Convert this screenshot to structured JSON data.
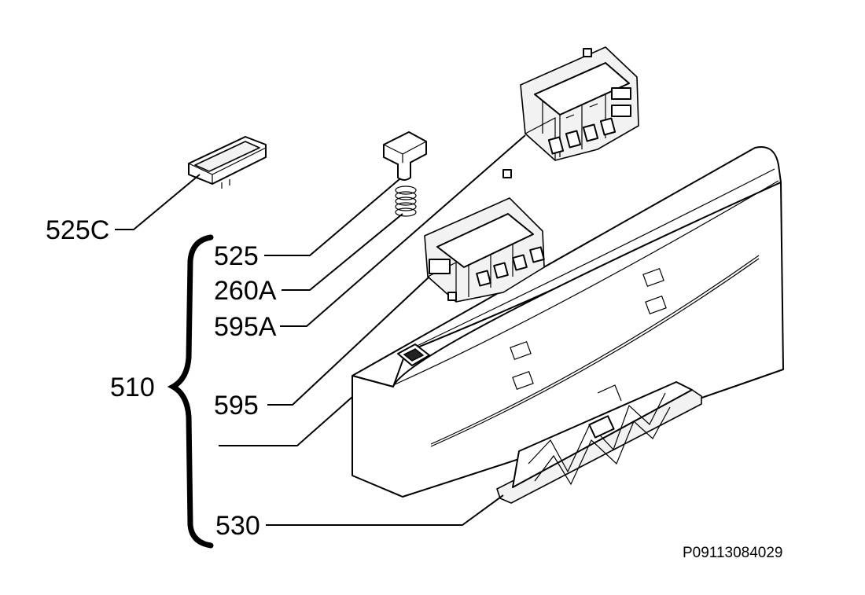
{
  "callouts": {
    "c525C": "525C",
    "c525": "525",
    "c260A": "260A",
    "c595A": "595A",
    "c510": "510",
    "c595": "595",
    "c530": "530"
  },
  "diagram_code": "P09113084029"
}
